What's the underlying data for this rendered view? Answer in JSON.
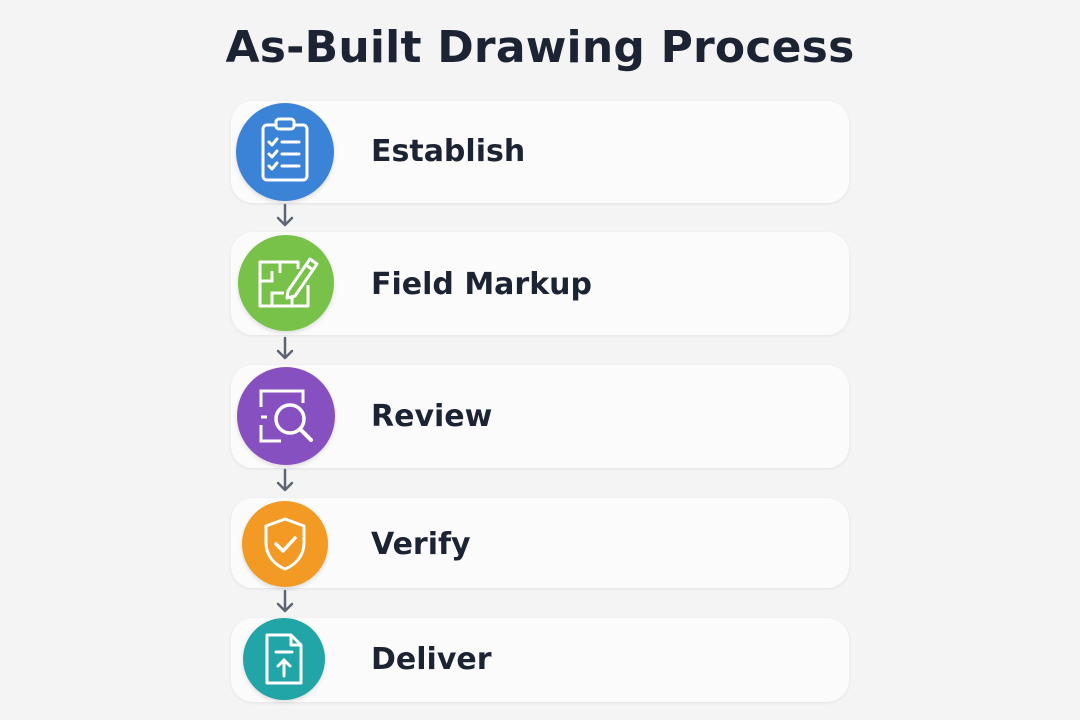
{
  "title": "As-Built Drawing Process",
  "steps": [
    {
      "label": "Establish",
      "icon": "clipboard-checklist-icon",
      "color": "#3b83d6"
    },
    {
      "label": "Field Markup",
      "icon": "floorplan-pencil-icon",
      "color": "#78c24a"
    },
    {
      "label": "Review",
      "icon": "magnifier-plan-icon",
      "color": "#8750c0"
    },
    {
      "label": "Verify",
      "icon": "shield-check-icon",
      "color": "#f39a25"
    },
    {
      "label": "Deliver",
      "icon": "document-upload-icon",
      "color": "#22a5a7"
    }
  ]
}
